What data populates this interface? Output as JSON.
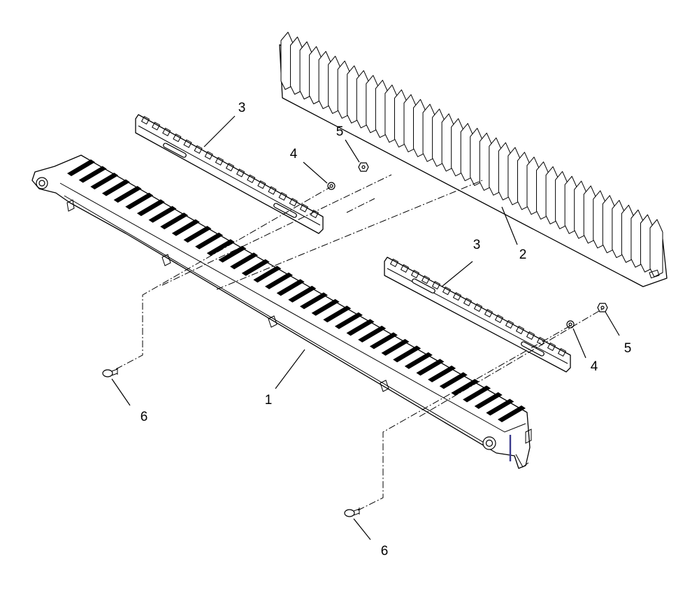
{
  "callouts": {
    "c1": "1",
    "c2": "2",
    "c3a": "3",
    "c3b": "3",
    "c4a": "4",
    "c4b": "4",
    "c5a": "5",
    "c5b": "5",
    "c6a": "6",
    "c6b": "6"
  },
  "colors": {
    "line": "#000000",
    "background": "#ffffff",
    "accent": "#3a3a8c"
  },
  "parts_shown": {
    "tooth_count": 40,
    "slat_count": 38,
    "bar_clip_count": 17
  }
}
